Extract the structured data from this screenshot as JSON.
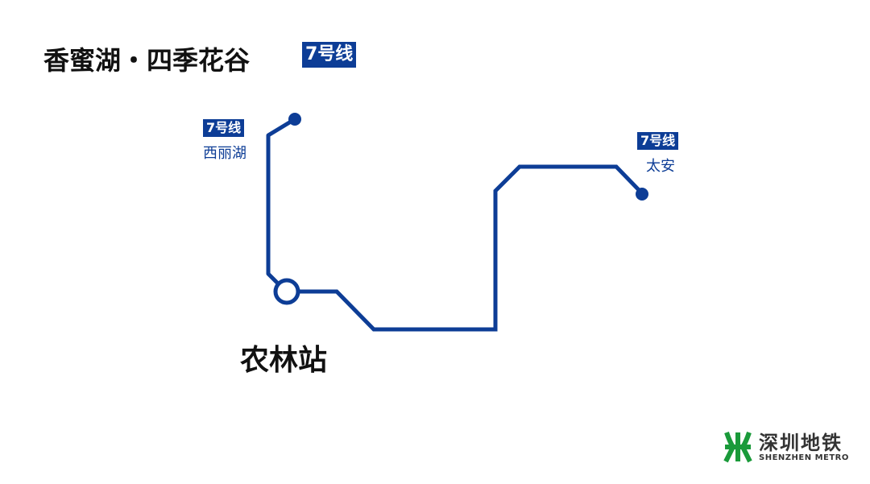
{
  "title": "香蜜湖・四季花谷",
  "line_badge": "7号线",
  "line_color": "#0d3d96",
  "stations": {
    "west": {
      "badge": "7号线",
      "name": "西丽湖"
    },
    "east": {
      "badge": "7号线",
      "name": "太安"
    },
    "current": "农林站"
  },
  "logo": {
    "cn": "深圳地铁",
    "en": "SHENZHEN METRO",
    "color": "#1a9a3a"
  }
}
